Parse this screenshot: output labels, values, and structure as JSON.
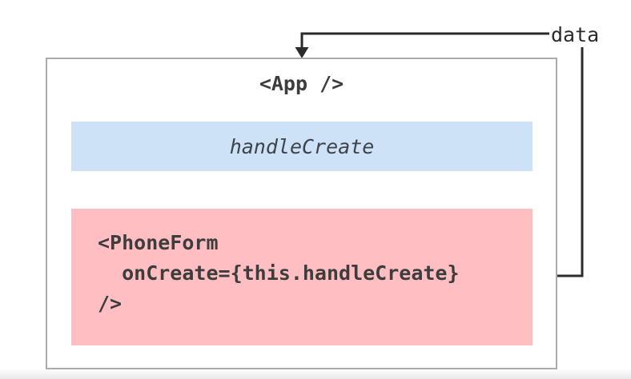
{
  "diagram": {
    "app": {
      "title": "<App />"
    },
    "handler": {
      "label": "handleCreate"
    },
    "phone_form": {
      "code_lines": {
        "0": "<PhoneForm",
        "1": "  onCreate={this.handleCreate}",
        "2": "/>"
      }
    },
    "data_flow": {
      "label": "data"
    },
    "colors": {
      "handler_bg": "#cde1f7",
      "phone_form_bg": "#ffbec1",
      "app_border": "#ababab",
      "connector_line": "#2b2b2b",
      "code_text": "#3d3d3d"
    }
  }
}
